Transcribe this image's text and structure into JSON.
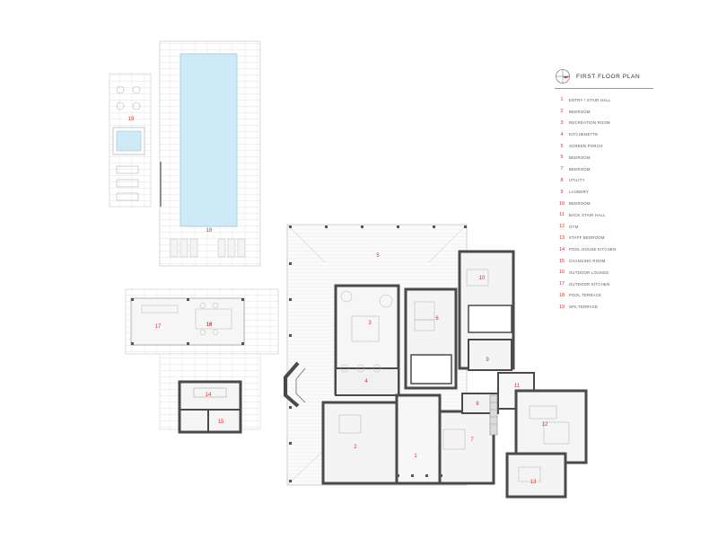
{
  "legend": {
    "title": "FIRST FLOOR PLAN",
    "items": [
      {
        "num": "1",
        "label": "ENTRY / STAIR HALL"
      },
      {
        "num": "2",
        "label": "BEDROOM"
      },
      {
        "num": "3",
        "label": "RECREATION ROOM"
      },
      {
        "num": "4",
        "label": "KITCHENETTE"
      },
      {
        "num": "5",
        "label": "SCREEN PORCH"
      },
      {
        "num": "6",
        "label": "BEDROOM"
      },
      {
        "num": "7",
        "label": "BEDROOM"
      },
      {
        "num": "8",
        "label": "UTILITY"
      },
      {
        "num": "9",
        "label": "LAUNDRY"
      },
      {
        "num": "10",
        "label": "BEDROOM"
      },
      {
        "num": "11",
        "label": "BACK STAIR HALL"
      },
      {
        "num": "12",
        "label": "GYM"
      },
      {
        "num": "13",
        "label": "STAFF BEDROOM"
      },
      {
        "num": "14",
        "label": "POOL HOUSE KITCHEN"
      },
      {
        "num": "15",
        "label": "CHANGING ROOM"
      },
      {
        "num": "16",
        "label": "OUTDOOR LOUNGE"
      },
      {
        "num": "17",
        "label": "OUTDOOR KITCHEN"
      },
      {
        "num": "18",
        "label": "POOL TERRACE"
      },
      {
        "num": "19",
        "label": "SPA TERRACE"
      }
    ]
  },
  "plan_labels": {
    "r1": "1",
    "r2": "2",
    "r3": "3",
    "r4": "4",
    "r5": "5",
    "r6": "6",
    "r7": "7",
    "r8": "8",
    "r9": "9",
    "r10": "10",
    "r11": "11",
    "r12": "12",
    "r13": "13",
    "r14": "14",
    "r15": "15",
    "r16": "16",
    "r17": "17",
    "r18_pool": "18",
    "r18_terrace": "18",
    "r19": "19"
  },
  "colors": {
    "wall": "#4a4a4a",
    "pool_water": "#cfeaf7",
    "room_number": "#d8313b",
    "paving_line": "#d7d7d7"
  }
}
